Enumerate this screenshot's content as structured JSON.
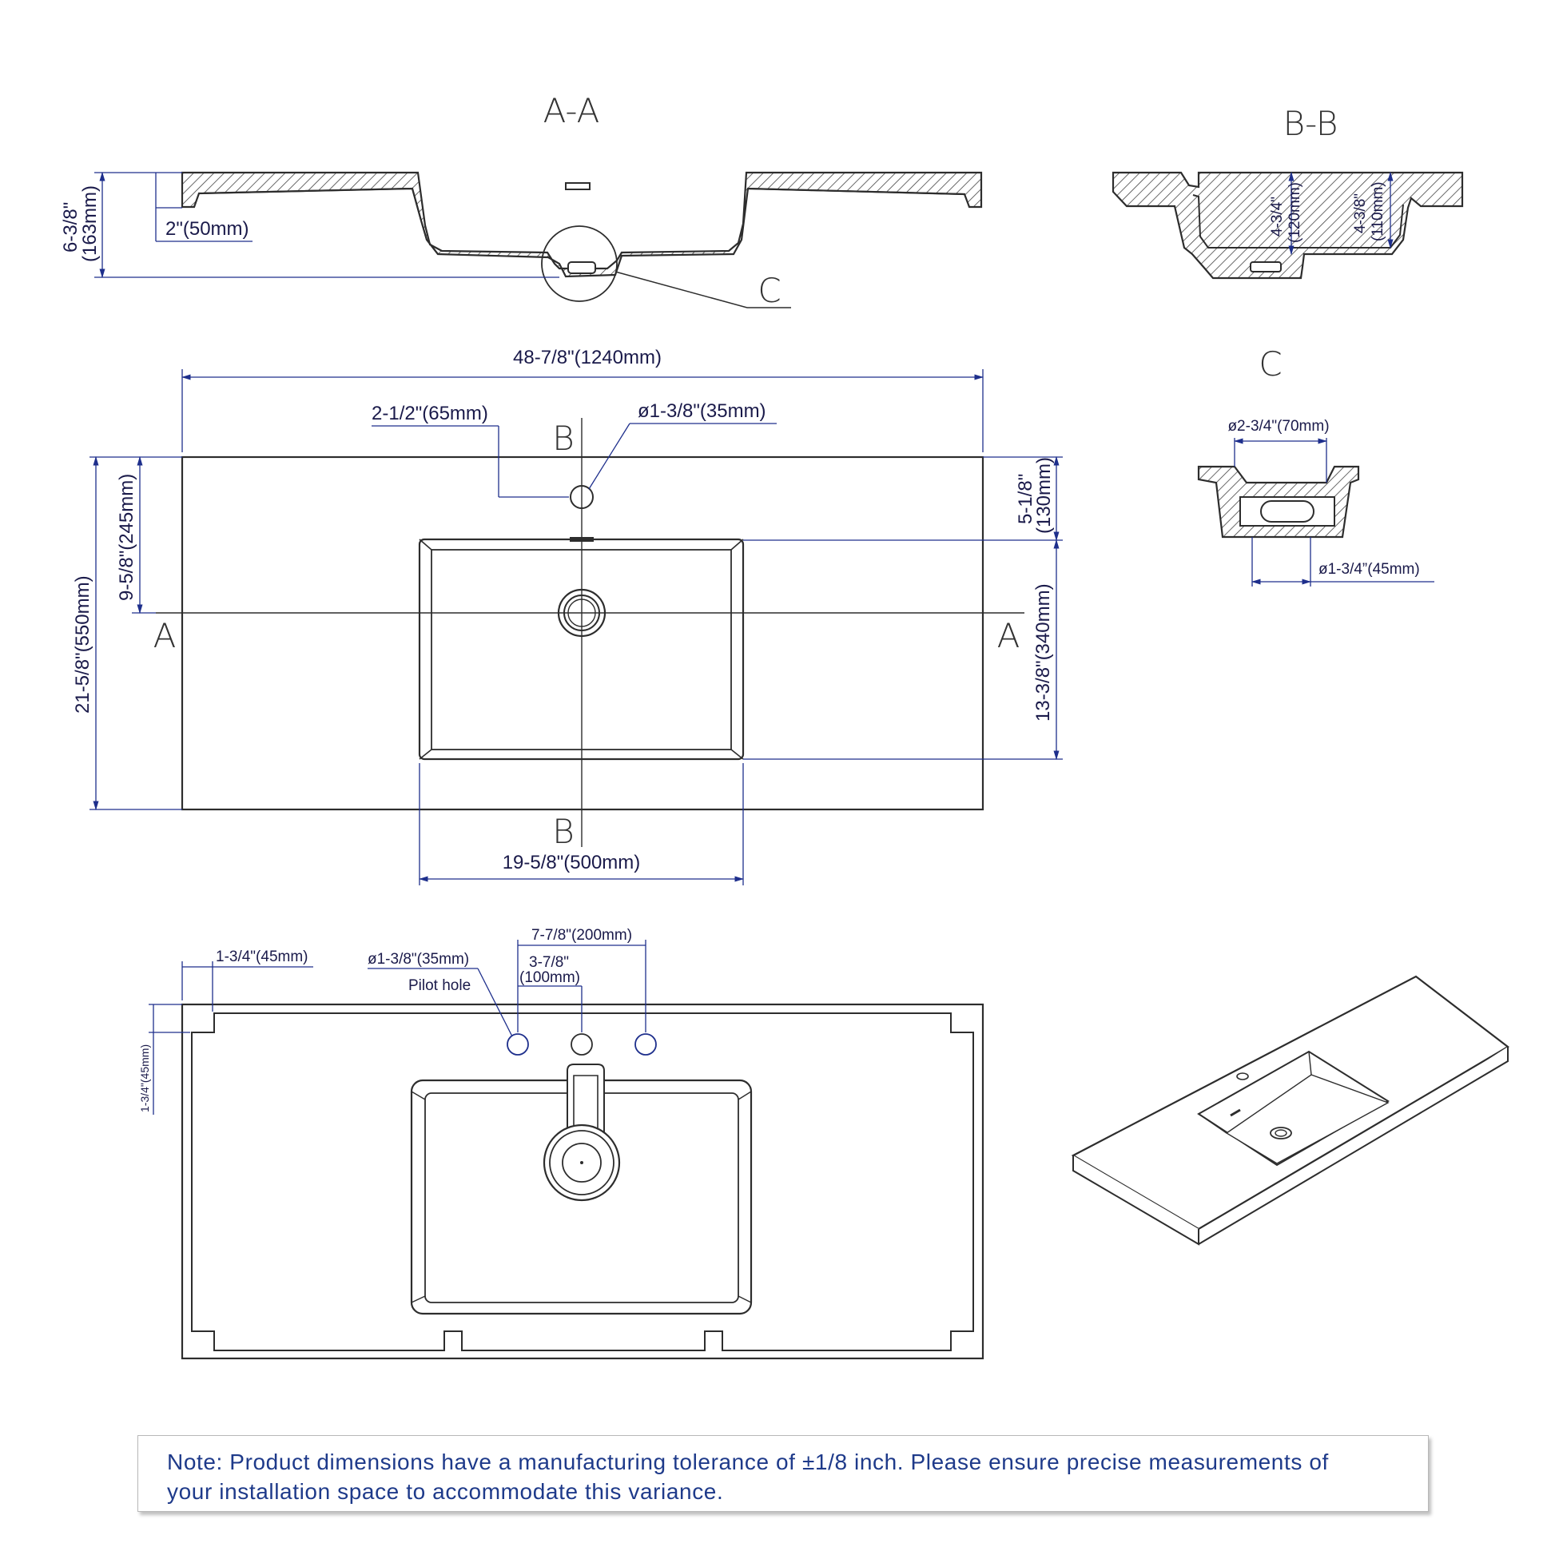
{
  "colors": {
    "line": "#2d2d2d",
    "dimension": "#1e2f8c",
    "dimension_text": "#1a1a4a",
    "note_text": "#1e3a8a",
    "hatch": "#444444"
  },
  "sections": {
    "aa": "A-A",
    "bb": "B-B",
    "c_label_callout": "C",
    "c_detail": "C",
    "cut_a_left": "A",
    "cut_a_right": "A",
    "cut_b_top": "B",
    "cut_b_bottom": "B"
  },
  "dimensions": {
    "aa_height": "6-3/8\"",
    "aa_height_mm": "(163mm)",
    "aa_deck": "2\"(50mm)",
    "bb_depth1": "4-3/4\"",
    "bb_depth1_mm": "(120mm)",
    "bb_depth2": "4-3/8\"",
    "bb_depth2_mm": "(110mm)",
    "overall_width": "48-7/8\"(1240mm)",
    "faucet_offset": "2-1/2\"(65mm)",
    "faucet_hole": "ø1-3/8\"(35mm)",
    "drain_offset": "9-5/8\"(245mm)",
    "overall_depth": "21-5/8\"(550mm)",
    "back_to_bowl": "5-1/8\"",
    "back_to_bowl_mm": "(130mm)",
    "bowl_depth": "13-3/8\"(340mm)",
    "bowl_width": "19-5/8\"(500mm)",
    "c_top": "ø2-3/4\"(70mm)",
    "c_bottom": "ø1-3/4”(45mm)",
    "bottom_edge": "1-3/4\"(45mm)",
    "bottom_side": "1-3/4\"(45mm)",
    "pilot_dia": "ø1-3/8\"(35mm)",
    "pilot_label": "Pilot hole",
    "widespread": "7-7/8\"(200mm)",
    "half_spread": "3-7/8\"",
    "half_spread_mm": "(100mm)"
  },
  "note": {
    "line1": "Note: Product dimensions have a manufacturing tolerance of ±1/8 inch. Please ensure precise measurements of",
    "line2": "your installation space to accommodate this variance."
  }
}
